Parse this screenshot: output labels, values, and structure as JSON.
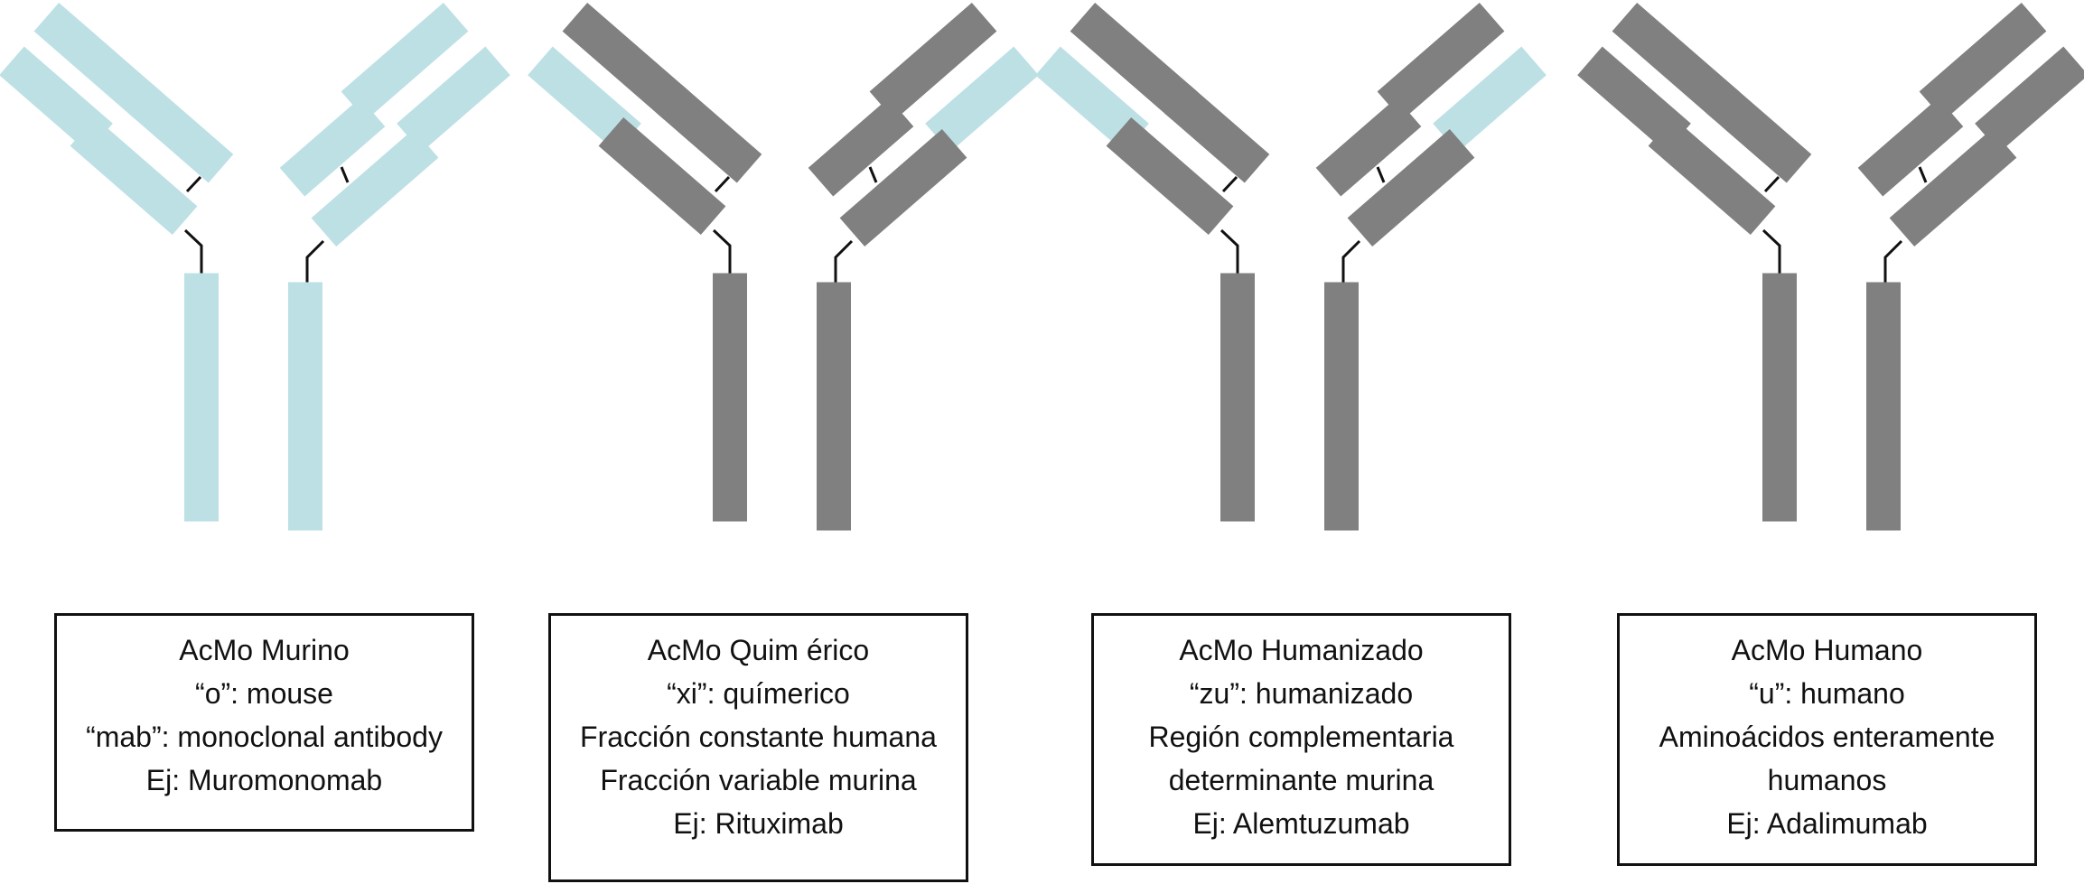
{
  "colors": {
    "murine": "#bde0e4",
    "human": "#808080",
    "linker": "#111111"
  },
  "antibodies": [
    {
      "id": "murino",
      "caption": [
        "AcMo Murino",
        "“o”: mouse",
        "“mab”: monoclonal antibody",
        "Ej: Muromonomab"
      ]
    },
    {
      "id": "quimerico",
      "caption": [
        "AcMo Quim érico",
        "“xi”: químerico",
        "Fracción constante humana",
        "Fracción variable murina",
        "Ej: Rituximab"
      ]
    },
    {
      "id": "humanizado",
      "caption": [
        "AcMo Humanizado",
        "“zu”: humanizado",
        "Región complementaria",
        "determinante murina",
        "Ej: Alemtuzumab"
      ]
    },
    {
      "id": "humano",
      "caption": [
        "AcMo Humano",
        "“u”: humano",
        "Aminoácidos enteramente",
        "humanos",
        "Ej: Adalimumab"
      ]
    }
  ]
}
